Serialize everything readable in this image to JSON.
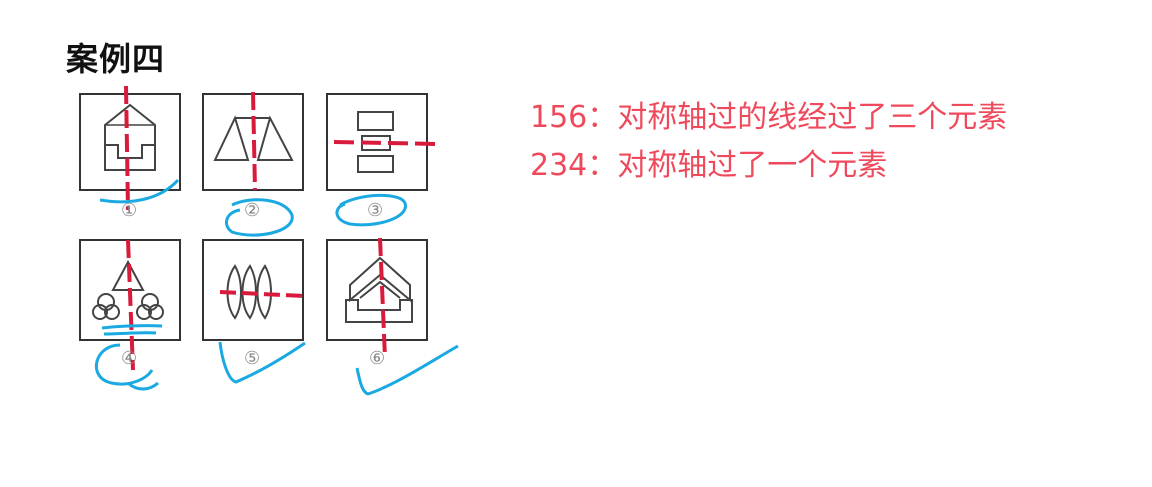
{
  "heading": "案例四",
  "notes": {
    "line1": "156：对称轴过的线经过了三个元素",
    "line2": "234：对称轴过了一个元素"
  },
  "figures": [
    {
      "label": "①",
      "axis": "vertical"
    },
    {
      "label": "②",
      "axis": "vertical"
    },
    {
      "label": "③",
      "axis": "horizontal"
    },
    {
      "label": "④",
      "axis": "vertical"
    },
    {
      "label": "⑤",
      "axis": "horizontal"
    },
    {
      "label": "⑥",
      "axis": "vertical"
    }
  ],
  "colors": {
    "axis_line": "#d81b3c",
    "annotation": "#1ba9e1",
    "note_text": "#ef4a5c"
  }
}
